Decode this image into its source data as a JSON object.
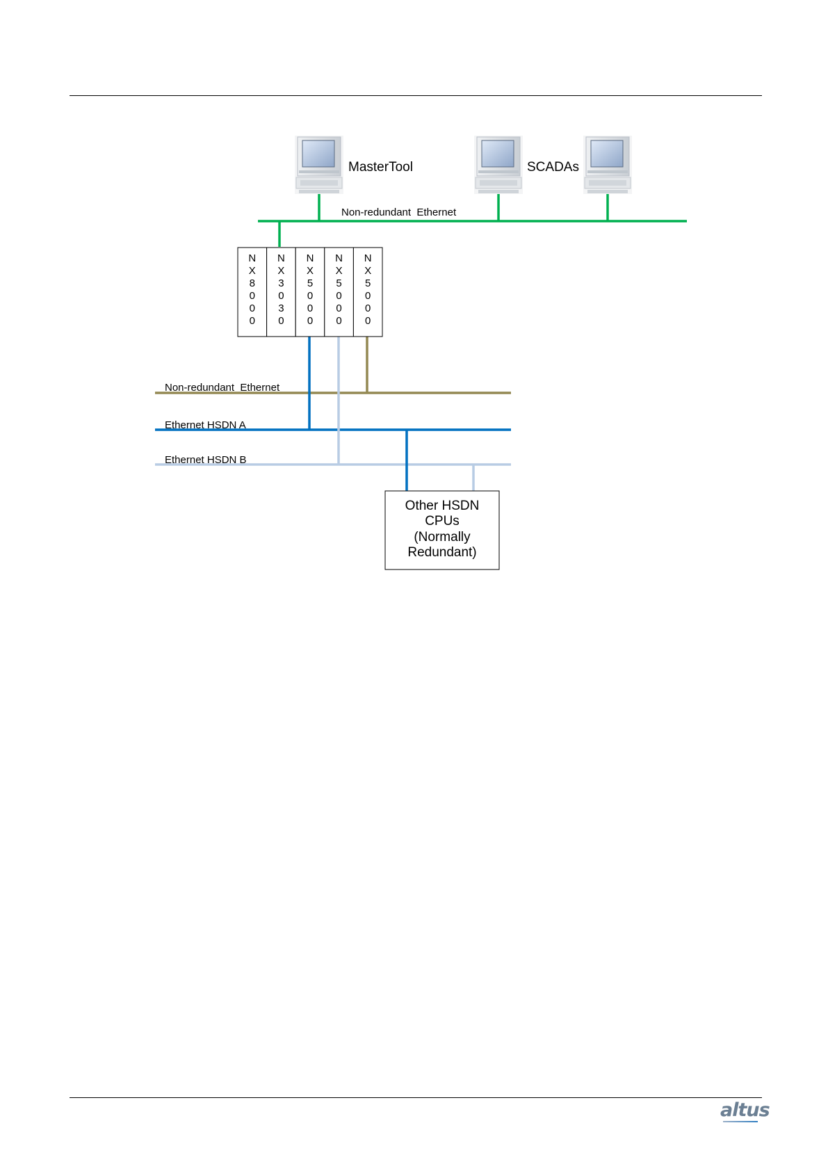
{
  "labels": {
    "mastertool": "MasterTool",
    "scadas": "SCADAs",
    "top_network": "Non-redundant  Ethernet",
    "lower_network": "Non-redundant  Ethernet",
    "hsdn_a": "Ethernet HSDN A",
    "hsdn_b": "Ethernet HSDN B",
    "other_cpus": [
      "Other HSDN",
      "CPUs",
      "(Normally",
      "Redundant)"
    ]
  },
  "modules": [
    {
      "id": "module-nx8000",
      "chars": [
        "N",
        "X",
        "8",
        "0",
        "0",
        "0"
      ]
    },
    {
      "id": "module-nx3030",
      "chars": [
        "N",
        "X",
        "3",
        "0",
        "3",
        "0"
      ]
    },
    {
      "id": "module-nx5000-a",
      "chars": [
        "N",
        "X",
        "5",
        "0",
        "0",
        "0"
      ]
    },
    {
      "id": "module-nx5000-b",
      "chars": [
        "N",
        "X",
        "5",
        "0",
        "0",
        "0"
      ]
    },
    {
      "id": "module-nx5000-c",
      "chars": [
        "N",
        "X",
        "5",
        "0",
        "0",
        "0"
      ]
    }
  ],
  "colors": {
    "green": "#00b050",
    "brown": "#938953",
    "blue": "#0070c0",
    "light_blue": "#b8cce4"
  },
  "logo": {
    "text": "altus"
  }
}
